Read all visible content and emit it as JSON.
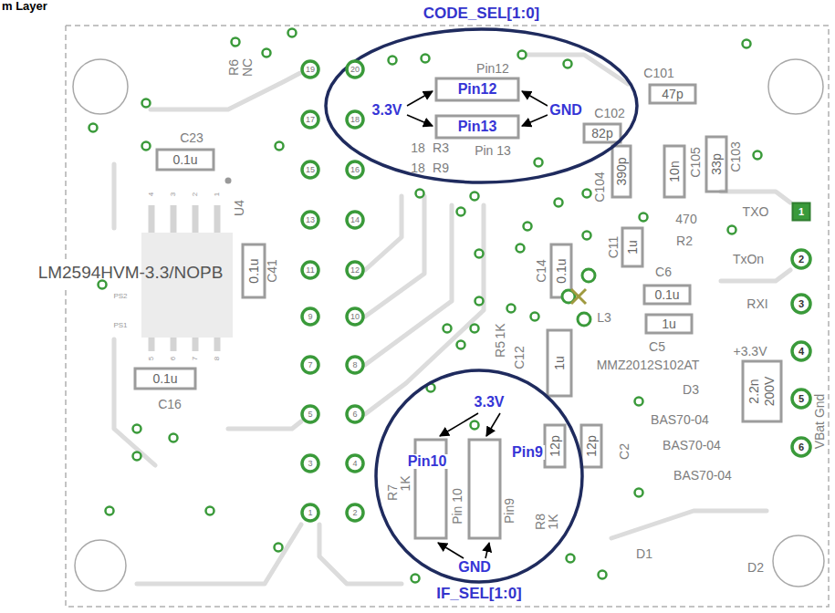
{
  "diagram": {
    "title": "m Layer",
    "nodes": [
      {
        "text": [
          "CODE_SEL[1:0]"
        ]
      },
      {
        "text": [
          "19"
        ]
      },
      {
        "text": [
          "20"
        ]
      },
      {
        "text": [
          "17"
        ]
      },
      {
        "text": [
          "18"
        ]
      },
      {
        "text": [
          "15"
        ]
      },
      {
        "text": [
          "16"
        ]
      },
      {
        "text": [
          "13"
        ]
      },
      {
        "text": [
          "14"
        ]
      },
      {
        "text": [
          "11"
        ]
      },
      {
        "text": [
          "12"
        ]
      },
      {
        "text": [
          "9"
        ]
      },
      {
        "text": [
          "10"
        ]
      },
      {
        "text": [
          "7"
        ]
      },
      {
        "text": [
          "8"
        ]
      },
      {
        "text": [
          "5"
        ]
      },
      {
        "text": [
          "6"
        ]
      },
      {
        "text": [
          "3"
        ]
      },
      {
        "text": [
          "4"
        ]
      },
      {
        "text": [
          "1"
        ]
      },
      {
        "text": [
          "2"
        ]
      },
      {
        "text": [
          "1"
        ]
      },
      {
        "text": [
          "2"
        ]
      },
      {
        "text": [
          "3"
        ]
      },
      {
        "text": [
          "4"
        ]
      },
      {
        "text": [
          "5"
        ]
      },
      {
        "text": [
          "6"
        ]
      },
      {
        "text": [
          "IF_SEL[1:0]"
        ]
      }
    ],
    "labels": [
      "3.3V",
      "Pin12",
      "Pin13",
      "GND",
      "3.3V",
      "Pin10",
      "Pin9",
      "GND",
      "Pin12",
      "Pin 13",
      "R6",
      "NC",
      "C23",
      "0.1u",
      "U4",
      "4",
      "3",
      "2",
      "1",
      "LM2594HVM-3.3/NOPB",
      "0.1u",
      "C41",
      "PS2",
      "PS1",
      "5",
      "6",
      "7",
      "8",
      "0.1u",
      "C16",
      "18",
      "R3",
      "18",
      "R9",
      "C101",
      "47p",
      "C102",
      "82p",
      "390p",
      "10n",
      "33p",
      "C104",
      "C105",
      "C103",
      "470",
      "R2",
      "TXO",
      "TxOn",
      "RXI",
      "+3.3V",
      "VBat Gnd",
      "C14",
      "0.1u",
      "C11",
      "1u",
      "C6",
      "0.1u",
      "L3",
      "1u",
      "C5",
      "C12",
      "1u",
      "1K",
      "R5",
      "MMZ2012S102AT",
      "D3",
      "BAS70-04",
      "BAS70-04",
      "BAS70-04",
      "200V",
      "2.2n",
      "12p",
      "12p",
      "C2",
      "R7",
      "1K",
      "R8",
      "1K",
      "D1",
      "D2",
      "Pin 10",
      "Pin9"
    ]
  }
}
